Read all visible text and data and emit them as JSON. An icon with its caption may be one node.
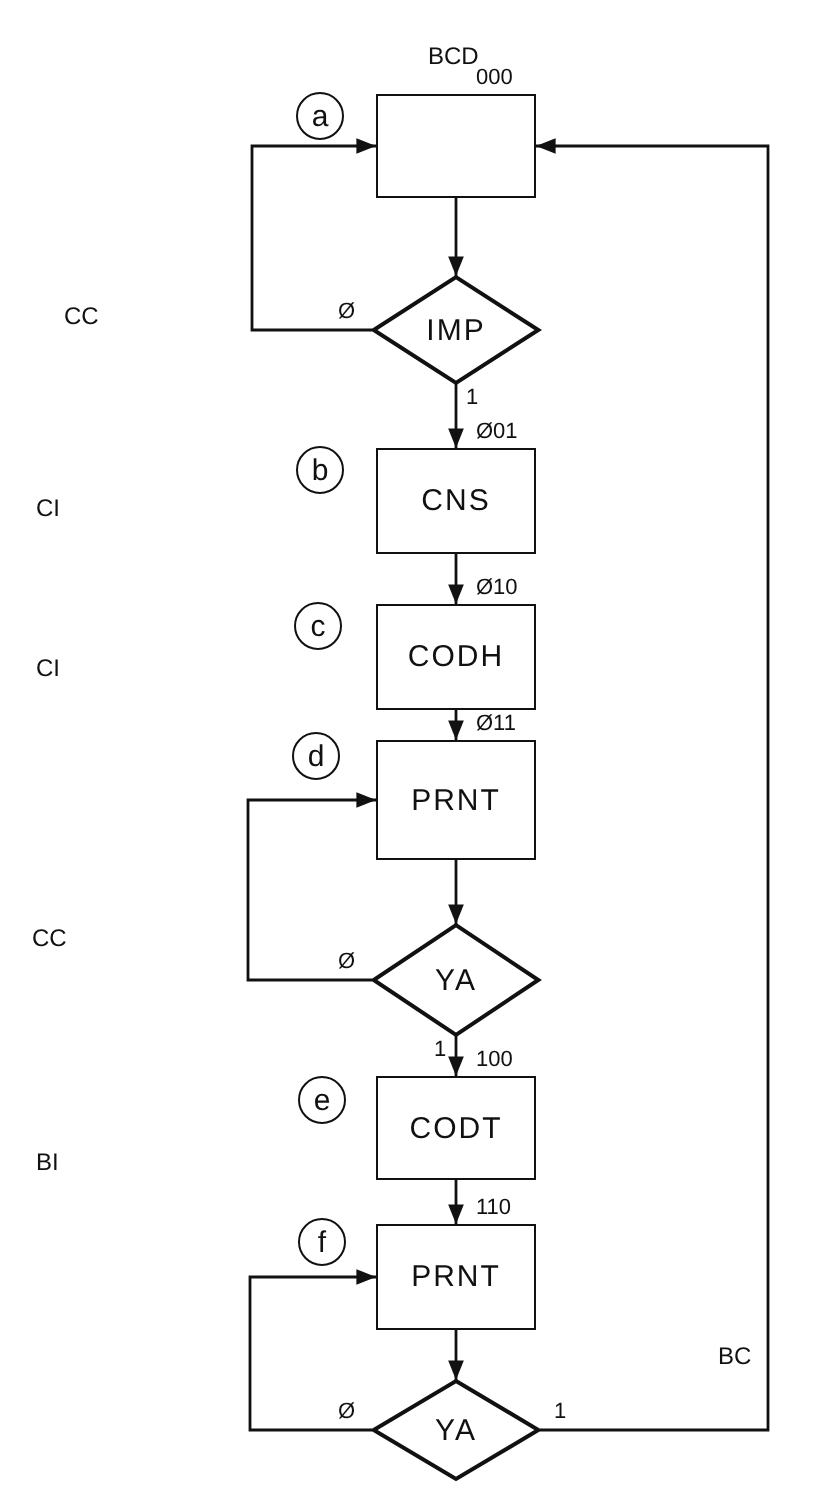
{
  "diagram": {
    "nodes": [
      {
        "text": [
          "a"
        ]
      },
      {
        "text": [],
        "shape": "box",
        "beside": [
          "000"
        ]
      },
      {
        "text": [
          "IMP"
        ]
      },
      {
        "text": [
          "b"
        ]
      },
      {
        "text": [
          "CNS"
        ],
        "beside": [
          "Ø01"
        ]
      },
      {
        "text": [
          "c"
        ]
      },
      {
        "text": [
          "CODH"
        ],
        "beside": [
          "Ø10"
        ]
      },
      {
        "text": [
          "d"
        ]
      },
      {
        "text": [
          "PRNT"
        ],
        "beside": [
          "Ø11"
        ]
      },
      {
        "text": [
          "YA"
        ]
      },
      {
        "text": [
          "e"
        ]
      },
      {
        "text": [
          "CODT"
        ],
        "beside": [
          "100"
        ]
      },
      {
        "text": [
          "f"
        ]
      },
      {
        "text": [
          "PRNT"
        ],
        "beside": [
          "110"
        ]
      },
      {
        "text": [
          "YA"
        ]
      }
    ],
    "edges": [
      {
        "from": 1,
        "to": 2,
        "arrow": "to"
      },
      {
        "from": 2,
        "to": 1,
        "arrow": "to",
        "label": "Ø"
      },
      {
        "from": 2,
        "to": 4,
        "arrow": "to",
        "label": "1"
      },
      {
        "from": 4,
        "to": 6,
        "arrow": "to"
      },
      {
        "from": 6,
        "to": 8,
        "arrow": "to"
      },
      {
        "from": 8,
        "to": 9,
        "arrow": "to"
      },
      {
        "from": 9,
        "to": 8,
        "arrow": "to",
        "label": "Ø"
      },
      {
        "from": 9,
        "to": 11,
        "arrow": "to",
        "label": "1"
      },
      {
        "from": 11,
        "to": 13,
        "arrow": "to"
      },
      {
        "from": 13,
        "to": 14,
        "arrow": "to"
      },
      {
        "from": 14,
        "to": 13,
        "arrow": "to",
        "label": "Ø"
      },
      {
        "from": 14,
        "to": 1,
        "arrow": "to",
        "label": "1"
      }
    ],
    "labels": [
      "BCD",
      "CC",
      "CI",
      "CI",
      "CC",
      "BI",
      "BC"
    ]
  }
}
